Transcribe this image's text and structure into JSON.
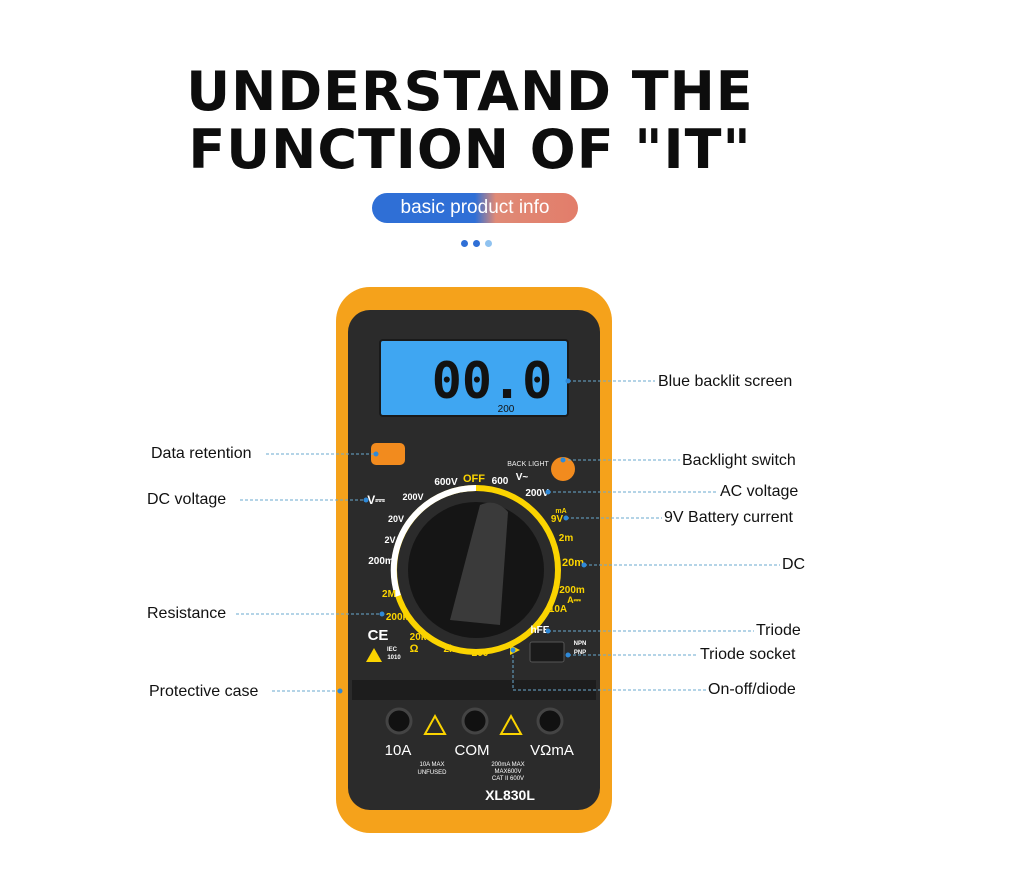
{
  "headline": {
    "line1": "UNDERSTAND THE",
    "line2": "FUNCTION OF \"IT\""
  },
  "badge": {
    "text": "basic product info"
  },
  "colors": {
    "accent_blue": "#2f6fd6",
    "accent_salmon": "#e27d6a",
    "case_orange": "#f5a21b",
    "lcd_blue": "#3fa6f2",
    "leader_line": "#6aa9cf"
  },
  "callouts": {
    "blue_backlit_screen": "Blue backlit screen",
    "data_retention": "Data retention",
    "backlight_switch": "Backlight switch",
    "dc_voltage": "DC voltage",
    "ac_voltage": "AC voltage",
    "battery_current": "9V Battery current",
    "dc": "DC",
    "resistance": "Resistance",
    "triode": "Triode",
    "triode_socket": "Triode socket",
    "protective_case": "Protective case",
    "on_off_diode": "On-off/diode"
  },
  "meter": {
    "display_value": "00.0",
    "display_sub": "200",
    "backlight_label": "BACK LIGHT",
    "dial": {
      "off": "OFF",
      "v600_left": "600V",
      "v200_left": "200V",
      "v20": "20V",
      "v2": "2V",
      "m200": "200m",
      "vdc": "V⎓",
      "v600_right": "600",
      "vac": "V~",
      "v200_right": "200V",
      "ma_label": "mA",
      "v9": "9V",
      "a2m": "2m",
      "a20m": "20m",
      "a200m": "200m",
      "a_unit": "A⎓",
      "a10": "10A",
      "r2m": "2M",
      "r200k": "200k",
      "r20k": "20k",
      "ohm": "Ω",
      "r2k": "2k",
      "r200": "200",
      "hfe": "hFE",
      "npn": "NPN",
      "pnp": "PNP",
      "ce": "CE",
      "iec": "IEC",
      "iec_no": "1010"
    },
    "ports": {
      "p10a": "10A",
      "com": "COM",
      "vma": "VΩmA",
      "note_10a_1": "10A MAX",
      "note_10a_2": "UNFUSED",
      "note_v_1": "200mA MAX",
      "note_v_2": "MAX600V",
      "note_v_3": "CAT II 600V"
    },
    "model": "XL830L"
  }
}
